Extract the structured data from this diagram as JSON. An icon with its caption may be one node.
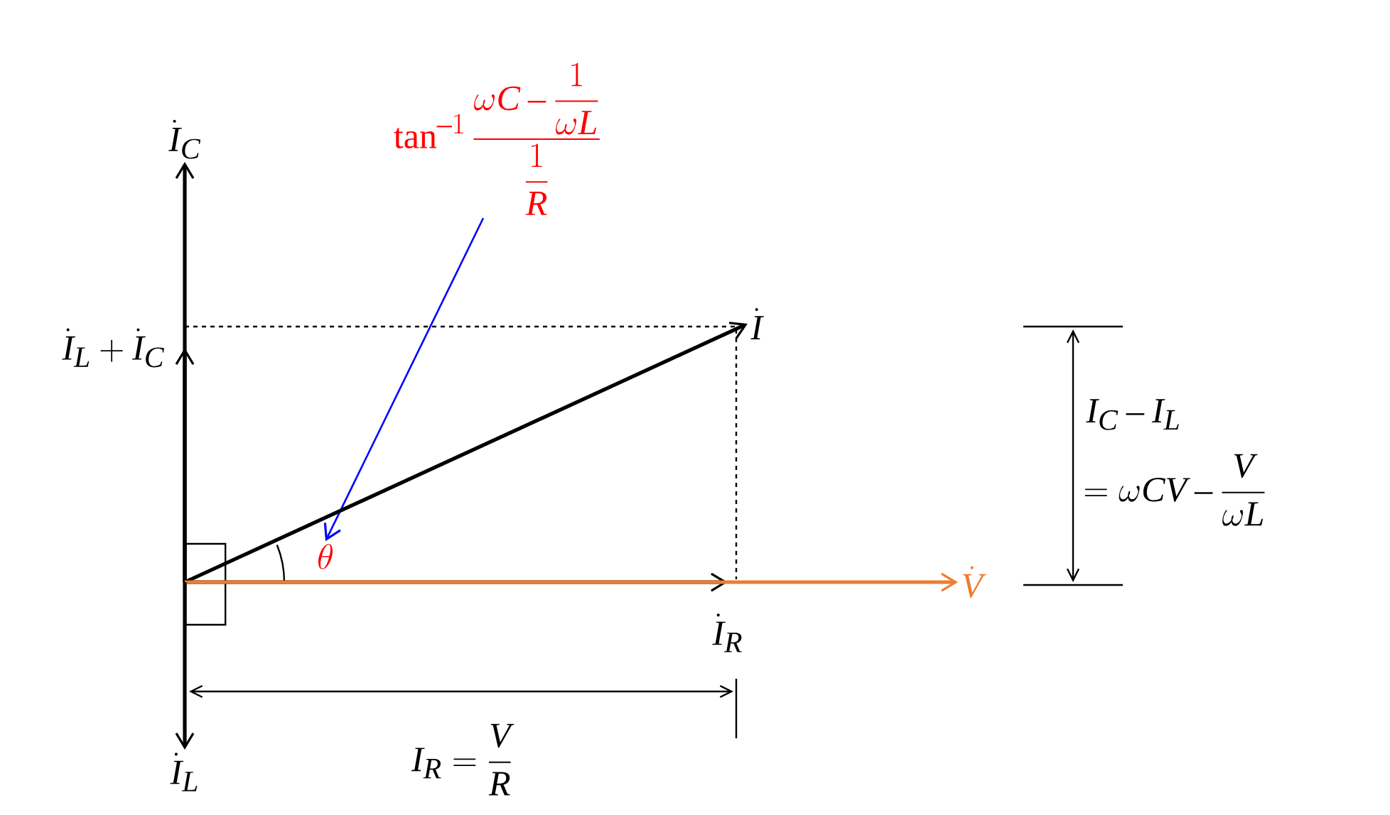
{
  "diagram": {
    "nodes": [
      {
        "text": [
          "\\tan^{-1}\\frac{\\omega C-\\dfrac{1}{\\omega L}}{\\dfrac{1}{R}}"
        ]
      },
      {
        "text": [
          "\\dot{I}_C"
        ]
      },
      {
        "text": [
          "\\dot{I}_L+\\dot{I}_C"
        ]
      },
      {
        "text": [
          "\\dot{I}"
        ]
      },
      {
        "text": [
          "\\theta"
        ]
      },
      {
        "text": [
          "\\dot{V}"
        ]
      },
      {
        "text": [
          "\\dot{I}_R"
        ]
      },
      {
        "text": [
          "\\dot{I}_L"
        ]
      },
      {
        "text": [],
        "shape": "box"
      }
    ],
    "edges": [
      {
        "from": 0,
        "to": 4,
        "arrow": "to",
        "color": "#0000ff"
      },
      {
        "from": 8,
        "to": 1,
        "arrow": "to"
      },
      {
        "from": 8,
        "to": 2,
        "arrow": "to"
      },
      {
        "from": 8,
        "to": 3,
        "arrow": "to"
      },
      {
        "from": 8,
        "to": 5,
        "arrow": "to",
        "color": "#ed7d31"
      },
      {
        "from": 8,
        "to": 6,
        "arrow": "to"
      },
      {
        "from": 8,
        "to": 7,
        "arrow": "to"
      },
      {
        "from": 2,
        "to": 3,
        "arrow": "none",
        "style": "dashed"
      },
      {
        "from": 3,
        "to": 6,
        "arrow": "none",
        "style": "dashed"
      }
    ],
    "labels": [
      "I_C-I_L",
      "=\\omega CV-\\frac{V}{\\omega L}",
      "I_R=\\frac{V}{R}"
    ]
  }
}
